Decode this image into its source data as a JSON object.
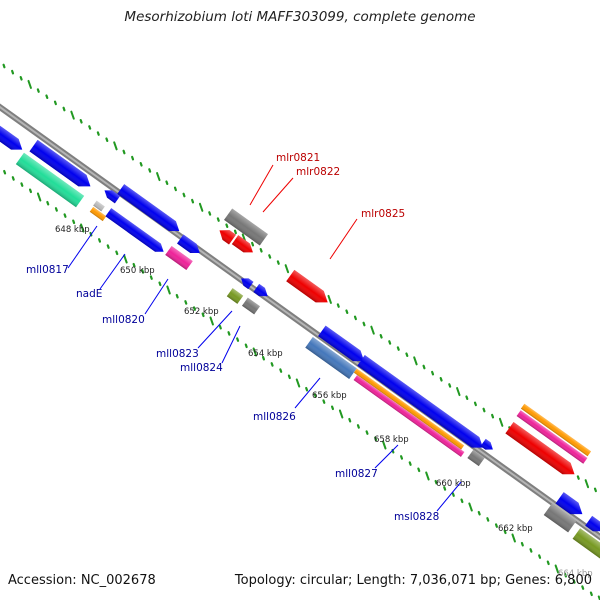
{
  "title": "Mesorhizobium loti MAFF303099, complete genome",
  "footer": {
    "accession": "Accession: NC_002678",
    "summary": "Topology: circular; Length: 7,036,071 bp; Genes: 6,800"
  },
  "colors": {
    "blue": "#0000ee",
    "red": "#ee0000",
    "gray": "#777777",
    "orange": "#ff9900",
    "pink": "#ee2299",
    "green": "#22dd99",
    "olive": "#779922",
    "steel": "#4477bb",
    "backbone": "#999999",
    "tick": "#229922",
    "label_blue": "#000099",
    "label_red": "#bb0000"
  },
  "scale": {
    "kbp_labels": [
      "648 kbp",
      "650 kbp",
      "652 kbp",
      "654 kbp",
      "656 kbp",
      "658 kbp",
      "660 kbp",
      "662 kbp"
    ],
    "cut_label": "664 kbp"
  },
  "genes_blue": [
    "mll0817",
    "nadE",
    "mll0820",
    "mll0823",
    "mll0824",
    "mll0826",
    "mll0827",
    "msl0828"
  ],
  "genes_red": [
    "mlr0821",
    "mlr0822",
    "mlr0825"
  ]
}
